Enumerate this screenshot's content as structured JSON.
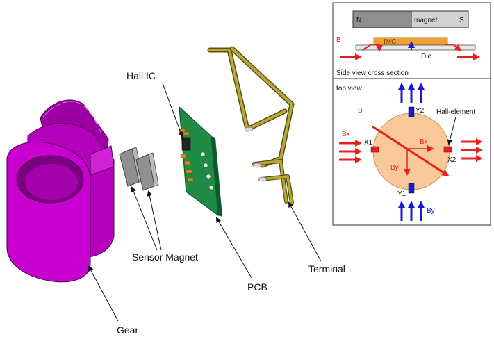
{
  "colors": {
    "gear": "#c000c8",
    "gear_dark": "#7a0080",
    "pcb": "#1f8a46",
    "pcb_dark": "#0f5a2a",
    "terminal": "#9a8a2a",
    "magnet": "#8f8f8f",
    "imc": "#f0a030",
    "sensor_disc": "#f8c898",
    "field_red": "#e8201c",
    "field_blue": "#1a1ad0",
    "hall_element_red": "#e8201c",
    "hall_element_blue": "#1a1ad0"
  },
  "labels": {
    "hall_ic": "Hall IC",
    "sensor_magnet": "Sensor Magnet",
    "pcb": "PCB",
    "terminal": "Terminal",
    "gear": "Gear"
  },
  "inset": {
    "side": {
      "north": "N",
      "magnet": "magnet",
      "south": "S",
      "field": "B",
      "imc": "IMC",
      "die": "Die",
      "caption": "Side view cross section"
    },
    "top": {
      "caption": "top view",
      "field": "B",
      "hall_element": "Hall-element",
      "bx_left": "Bx",
      "bx_center": "Bx",
      "by_center": "By",
      "by_bottom": "By",
      "x1": "X1",
      "x2": "X2",
      "y1": "Y1",
      "y2": "Y2"
    }
  }
}
